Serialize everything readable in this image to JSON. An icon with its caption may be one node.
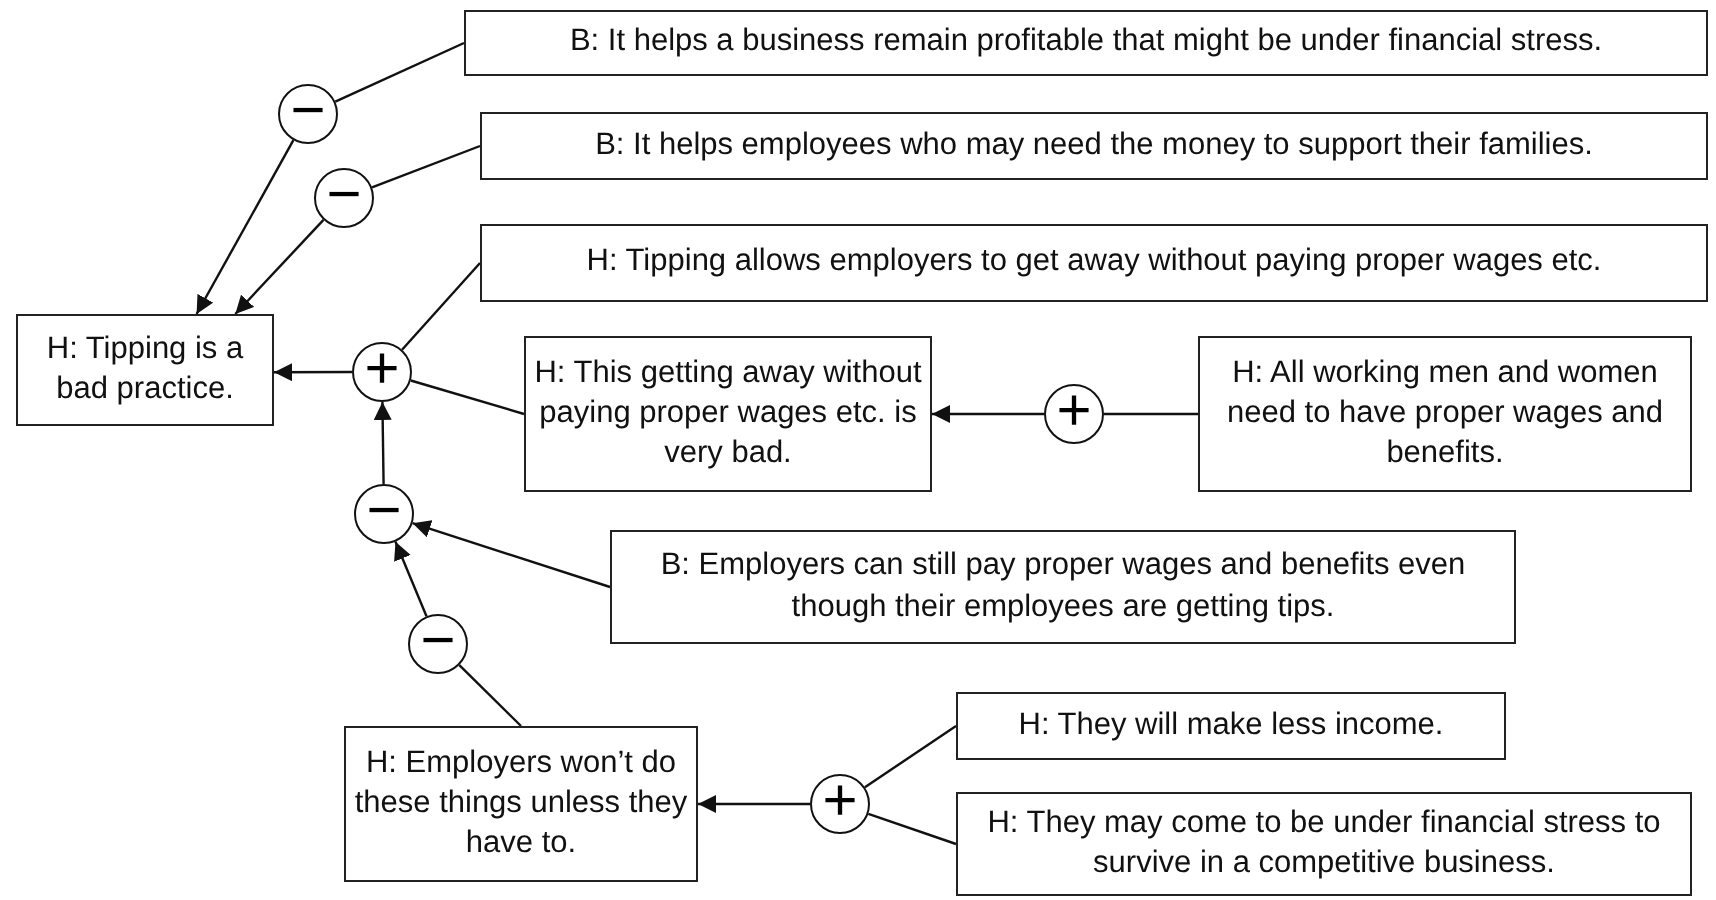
{
  "diagram": {
    "nodes": [
      {
        "text": [
          "H: Tipping is a bad practice."
        ]
      },
      {
        "text": [
          "B: It helps a business remain profitable that might be under financial stress."
        ]
      },
      {
        "text": [
          "B: It helps employees who may need the money to support their families."
        ]
      },
      {
        "text": [
          "H: Tipping allows employers to get away without paying proper wages etc."
        ]
      },
      {
        "text": [
          "H: This getting away without paying proper wages etc. is very bad."
        ]
      },
      {
        "text": [
          "H: All working men and women need to have proper wages and benefits."
        ]
      },
      {
        "text": [
          "B: Employers can still pay proper wages and benefits even though their employees are getting tips."
        ]
      },
      {
        "text": [
          "H: Employers won’t do these things unless they have to."
        ]
      },
      {
        "text": [
          "H: They will make less income."
        ]
      },
      {
        "text": [
          "H: They may come to be under financial stress to survive in a competitive business."
        ]
      },
      {
        "text": [
          "−"
        ]
      },
      {
        "text": [
          "−"
        ]
      },
      {
        "text": [
          "+"
        ]
      },
      {
        "text": [
          "−"
        ]
      },
      {
        "text": [
          "−"
        ]
      },
      {
        "text": [
          "+"
        ]
      },
      {
        "text": [
          "+"
        ]
      }
    ],
    "edges": [
      {
        "from": 1,
        "to": 10,
        "arrow": "none"
      },
      {
        "from": 10,
        "to": 0,
        "arrow": "to"
      },
      {
        "from": 2,
        "to": 11,
        "arrow": "none"
      },
      {
        "from": 11,
        "to": 0,
        "arrow": "to"
      },
      {
        "from": 3,
        "to": 12,
        "arrow": "none"
      },
      {
        "from": 4,
        "to": 12,
        "arrow": "none"
      },
      {
        "from": 12,
        "to": 0,
        "arrow": "to"
      },
      {
        "from": 13,
        "to": 12,
        "arrow": "to"
      },
      {
        "from": 6,
        "to": 13,
        "arrow": "to"
      },
      {
        "from": 14,
        "to": 13,
        "arrow": "to"
      },
      {
        "from": 7,
        "to": 14,
        "arrow": "none"
      },
      {
        "from": 5,
        "to": 15,
        "arrow": "none"
      },
      {
        "from": 15,
        "to": 4,
        "arrow": "to"
      },
      {
        "from": 8,
        "to": 16,
        "arrow": "none"
      },
      {
        "from": 9,
        "to": 16,
        "arrow": "none"
      },
      {
        "from": 16,
        "to": 7,
        "arrow": "to"
      }
    ]
  }
}
